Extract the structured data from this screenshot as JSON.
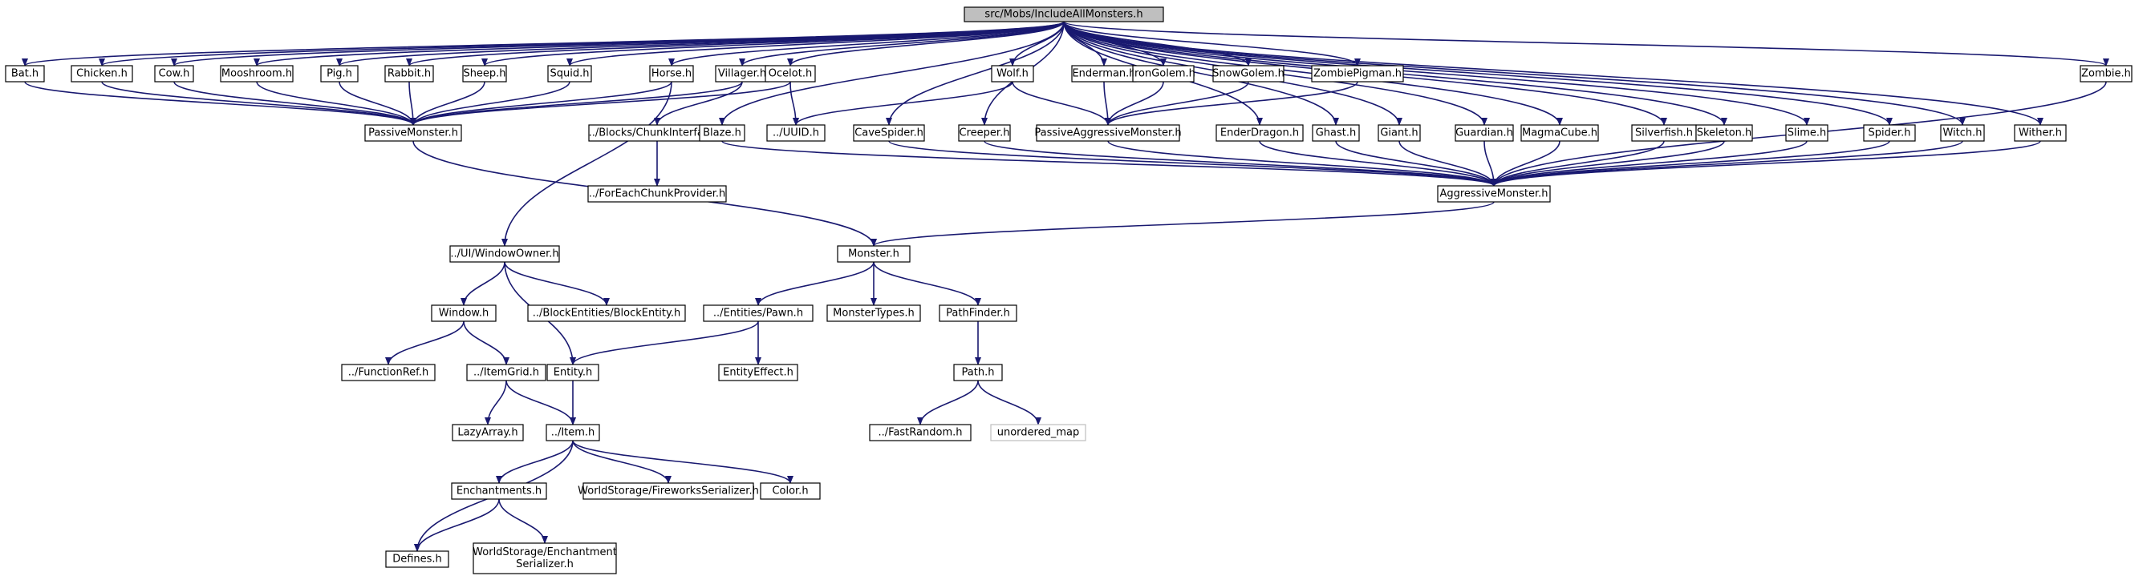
{
  "nodes": [
    {
      "id": "root",
      "label": "src/Mobs/IncludeAllMonsters.h",
      "root": true
    },
    {
      "id": "bat",
      "label": "Bat.h"
    },
    {
      "id": "chicken",
      "label": "Chicken.h"
    },
    {
      "id": "cow",
      "label": "Cow.h"
    },
    {
      "id": "mooshroom",
      "label": "Mooshroom.h"
    },
    {
      "id": "pig",
      "label": "Pig.h"
    },
    {
      "id": "rabbit",
      "label": "Rabbit.h"
    },
    {
      "id": "sheep",
      "label": "Sheep.h"
    },
    {
      "id": "squid",
      "label": "Squid.h"
    },
    {
      "id": "horse",
      "label": "Horse.h"
    },
    {
      "id": "villager",
      "label": "Villager.h"
    },
    {
      "id": "ocelot",
      "label": "Ocelot.h"
    },
    {
      "id": "wolf",
      "label": "Wolf.h"
    },
    {
      "id": "enderman",
      "label": "Enderman.h"
    },
    {
      "id": "irongolem",
      "label": "IronGolem.h"
    },
    {
      "id": "snowgolem",
      "label": "SnowGolem.h"
    },
    {
      "id": "zombiepigman",
      "label": "ZombiePigman.h"
    },
    {
      "id": "zombie",
      "label": "Zombie.h"
    },
    {
      "id": "passive",
      "label": "PassiveMonster.h"
    },
    {
      "id": "chunkinterface",
      "label": "../Blocks/ChunkInterface.h"
    },
    {
      "id": "blaze",
      "label": "Blaze.h"
    },
    {
      "id": "uuid",
      "label": "../UUID.h"
    },
    {
      "id": "cavespider",
      "label": "CaveSpider.h"
    },
    {
      "id": "creeper",
      "label": "Creeper.h"
    },
    {
      "id": "passiveaggr",
      "label": "PassiveAggressiveMonster.h"
    },
    {
      "id": "enderdragon",
      "label": "EnderDragon.h"
    },
    {
      "id": "ghast",
      "label": "Ghast.h"
    },
    {
      "id": "giant",
      "label": "Giant.h"
    },
    {
      "id": "guardian",
      "label": "Guardian.h"
    },
    {
      "id": "magmacube",
      "label": "MagmaCube.h"
    },
    {
      "id": "silverfish",
      "label": "Silverfish.h"
    },
    {
      "id": "skeleton",
      "label": "Skeleton.h"
    },
    {
      "id": "slime",
      "label": "Slime.h"
    },
    {
      "id": "spider",
      "label": "Spider.h"
    },
    {
      "id": "witch",
      "label": "Witch.h"
    },
    {
      "id": "wither",
      "label": "Wither.h"
    },
    {
      "id": "foreachchunk",
      "label": "../ForEachChunkProvider.h"
    },
    {
      "id": "aggressive",
      "label": "AggressiveMonster.h"
    },
    {
      "id": "windowowner",
      "label": "../UI/WindowOwner.h"
    },
    {
      "id": "monster",
      "label": "Monster.h"
    },
    {
      "id": "window",
      "label": "Window.h"
    },
    {
      "id": "blockentity",
      "label": "../BlockEntities/BlockEntity.h"
    },
    {
      "id": "pawn",
      "label": "../Entities/Pawn.h"
    },
    {
      "id": "monstertypes",
      "label": "MonsterTypes.h"
    },
    {
      "id": "pathfinder",
      "label": "PathFinder.h"
    },
    {
      "id": "functionref",
      "label": "../FunctionRef.h"
    },
    {
      "id": "itemgrid",
      "label": "../ItemGrid.h"
    },
    {
      "id": "entity",
      "label": "Entity.h"
    },
    {
      "id": "entityeffect",
      "label": "EntityEffect.h"
    },
    {
      "id": "path",
      "label": "Path.h"
    },
    {
      "id": "lazyarray",
      "label": "LazyArray.h"
    },
    {
      "id": "item",
      "label": "../Item.h"
    },
    {
      "id": "fastrandom",
      "label": "../FastRandom.h"
    },
    {
      "id": "unorderedmap",
      "label": "unordered_map",
      "external": true
    },
    {
      "id": "enchantments",
      "label": "Enchantments.h"
    },
    {
      "id": "fireworks",
      "label": "WorldStorage/FireworksSerializer.h"
    },
    {
      "id": "color",
      "label": "Color.h"
    },
    {
      "id": "defines",
      "label": "Defines.h"
    },
    {
      "id": "enchserializer",
      "label": "WorldStorage/Enchantment\nSerializer.h"
    }
  ],
  "edges": [
    [
      "root",
      "bat"
    ],
    [
      "root",
      "chicken"
    ],
    [
      "root",
      "cow"
    ],
    [
      "root",
      "mooshroom"
    ],
    [
      "root",
      "pig"
    ],
    [
      "root",
      "rabbit"
    ],
    [
      "root",
      "sheep"
    ],
    [
      "root",
      "squid"
    ],
    [
      "root",
      "horse"
    ],
    [
      "root",
      "villager"
    ],
    [
      "root",
      "ocelot"
    ],
    [
      "root",
      "blaze"
    ],
    [
      "root",
      "cavespider"
    ],
    [
      "root",
      "creeper"
    ],
    [
      "root",
      "wolf"
    ],
    [
      "root",
      "enderman"
    ],
    [
      "root",
      "irongolem"
    ],
    [
      "root",
      "snowgolem"
    ],
    [
      "root",
      "zombiepigman"
    ],
    [
      "root",
      "enderdragon"
    ],
    [
      "root",
      "ghast"
    ],
    [
      "root",
      "giant"
    ],
    [
      "root",
      "guardian"
    ],
    [
      "root",
      "magmacube"
    ],
    [
      "root",
      "silverfish"
    ],
    [
      "root",
      "skeleton"
    ],
    [
      "root",
      "slime"
    ],
    [
      "root",
      "spider"
    ],
    [
      "root",
      "witch"
    ],
    [
      "root",
      "wither"
    ],
    [
      "root",
      "zombie"
    ],
    [
      "bat",
      "passive"
    ],
    [
      "chicken",
      "passive"
    ],
    [
      "cow",
      "passive"
    ],
    [
      "mooshroom",
      "passive"
    ],
    [
      "pig",
      "passive"
    ],
    [
      "rabbit",
      "passive"
    ],
    [
      "sheep",
      "passive"
    ],
    [
      "squid",
      "passive"
    ],
    [
      "horse",
      "passive"
    ],
    [
      "villager",
      "passive"
    ],
    [
      "ocelot",
      "passive"
    ],
    [
      "horse",
      "windowowner"
    ],
    [
      "villager",
      "chunkinterface"
    ],
    [
      "ocelot",
      "uuid"
    ],
    [
      "wolf",
      "uuid"
    ],
    [
      "wolf",
      "passiveaggr"
    ],
    [
      "enderman",
      "passiveaggr"
    ],
    [
      "irongolem",
      "passiveaggr"
    ],
    [
      "snowgolem",
      "passiveaggr"
    ],
    [
      "zombiepigman",
      "passiveaggr"
    ],
    [
      "chunkinterface",
      "foreachchunk"
    ],
    [
      "blaze",
      "aggressive"
    ],
    [
      "cavespider",
      "aggressive"
    ],
    [
      "creeper",
      "aggressive"
    ],
    [
      "passiveaggr",
      "aggressive"
    ],
    [
      "enderdragon",
      "aggressive"
    ],
    [
      "ghast",
      "aggressive"
    ],
    [
      "giant",
      "aggressive"
    ],
    [
      "guardian",
      "aggressive"
    ],
    [
      "magmacube",
      "aggressive"
    ],
    [
      "silverfish",
      "aggressive"
    ],
    [
      "skeleton",
      "aggressive"
    ],
    [
      "slime",
      "aggressive"
    ],
    [
      "spider",
      "aggressive"
    ],
    [
      "witch",
      "aggressive"
    ],
    [
      "wither",
      "aggressive"
    ],
    [
      "zombie",
      "aggressive"
    ],
    [
      "passive",
      "monster"
    ],
    [
      "aggressive",
      "monster"
    ],
    [
      "windowowner",
      "window"
    ],
    [
      "windowowner",
      "blockentity"
    ],
    [
      "windowowner",
      "entity"
    ],
    [
      "monster",
      "pawn"
    ],
    [
      "monster",
      "monstertypes"
    ],
    [
      "monster",
      "pathfinder"
    ],
    [
      "window",
      "functionref"
    ],
    [
      "window",
      "itemgrid"
    ],
    [
      "itemgrid",
      "lazyarray"
    ],
    [
      "itemgrid",
      "item"
    ],
    [
      "pawn",
      "entity"
    ],
    [
      "pawn",
      "entityeffect"
    ],
    [
      "pathfinder",
      "path"
    ],
    [
      "path",
      "fastrandom"
    ],
    [
      "path",
      "unorderedmap"
    ],
    [
      "entity",
      "item"
    ],
    [
      "item",
      "enchantments"
    ],
    [
      "item",
      "fireworks"
    ],
    [
      "item",
      "color"
    ],
    [
      "item",
      "defines"
    ],
    [
      "enchantments",
      "defines"
    ],
    [
      "enchantments",
      "enchserializer"
    ]
  ]
}
